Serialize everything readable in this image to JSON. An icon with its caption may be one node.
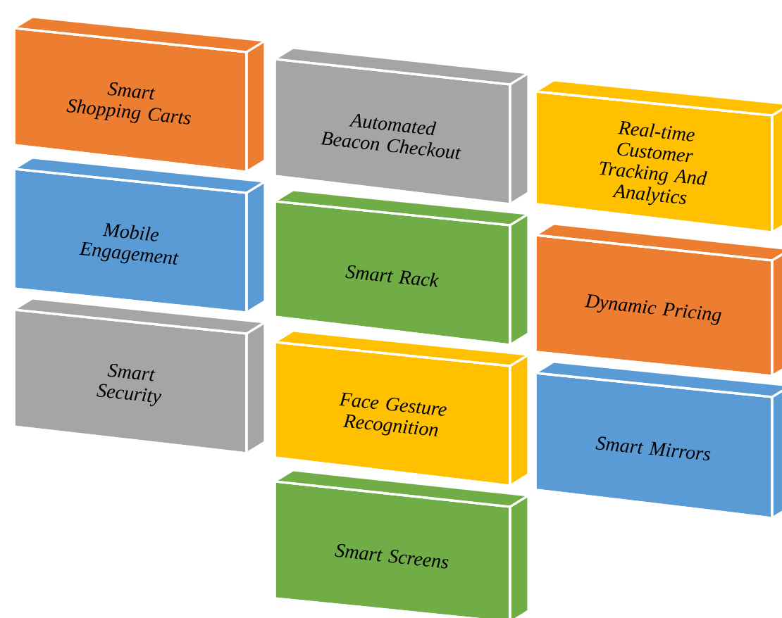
{
  "diagram": {
    "nodes": [
      {
        "text": [
          "Smart Shopping Carts"
        ]
      },
      {
        "text": [
          "Automated Beacon Checkout"
        ]
      },
      {
        "text": [
          "Real-time Customer Tracking And Analytics"
        ]
      },
      {
        "text": [
          "Mobile Engagement"
        ]
      },
      {
        "text": [
          "Smart Rack"
        ]
      },
      {
        "text": [
          "Dynamic Pricing"
        ]
      },
      {
        "text": [
          "Smart Security"
        ]
      },
      {
        "text": [
          "Face Gesture Recognition"
        ]
      },
      {
        "text": [
          "Smart Mirrors"
        ]
      },
      {
        "text": [
          "Smart Screens"
        ]
      }
    ]
  }
}
